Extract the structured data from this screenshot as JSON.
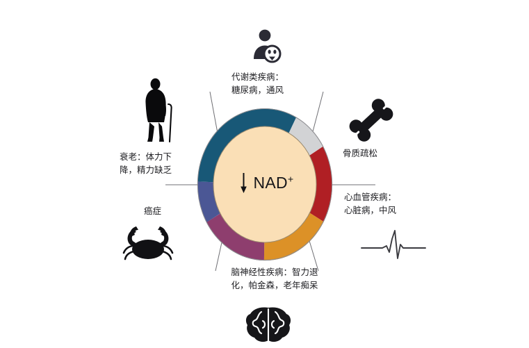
{
  "figure": {
    "center": {
      "arrow": "down-arrow",
      "molecule": "NAD",
      "superscript": "+"
    },
    "segments": [
      {
        "id": "metabolic",
        "name": "代谢类疾病",
        "color": "#185877"
      },
      {
        "id": "osteoporosis",
        "name": "骨质疏松",
        "color": "#d2d3d5"
      },
      {
        "id": "cardio",
        "name": "心血管疾病",
        "color": "#b01f24"
      },
      {
        "id": "brain",
        "name": "脑神经性疾病",
        "color": "#dc9127"
      },
      {
        "id": "cancer",
        "name": "癌症",
        "color": "#8e3e6e"
      },
      {
        "id": "aging",
        "name": "衰老",
        "color": "#4b5795"
      }
    ],
    "inner_fill": "#fadfb6",
    "labels": {
      "metabolic": "代谢类疾病：\n糖尿病，通风",
      "osteoporosis": "骨质疏松",
      "cardio": "心血管疾病：\n心脏病，中风",
      "brain": "脑神经性疾病：智力退\n化，帕金森，老年痴呆",
      "cancer": "癌症",
      "aging": "衰老：体力下\n降，精力缺乏"
    },
    "icons": {
      "metabolic": "person-with-glucose-meter-icon",
      "osteoporosis": "bone-icon",
      "cardio": "ecg-heartbeat-icon",
      "brain": "brain-icon",
      "cancer": "crab-icon",
      "aging": "elderly-person-with-cane-icon"
    }
  },
  "chart_data": {
    "type": "pie",
    "title": "",
    "categories": [
      "代谢类疾病",
      "骨质疏松",
      "心血管疾病",
      "脑神经性疾病",
      "癌症",
      "衰老"
    ],
    "values": [
      60,
      60,
      60,
      60,
      60,
      60
    ],
    "colors": [
      "#185877",
      "#d2d3d5",
      "#b01f24",
      "#dc9127",
      "#8e3e6e",
      "#4b5795"
    ],
    "donut": true,
    "legend": "none",
    "annotations": [
      "↓ NAD+"
    ]
  }
}
